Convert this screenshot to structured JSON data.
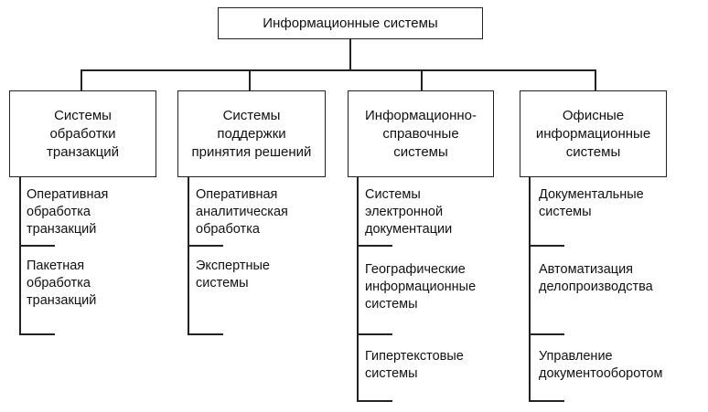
{
  "root": {
    "label": "Информационные системы"
  },
  "categories": [
    {
      "label": "Системы\nобработки\nтранзакций",
      "items": [
        "Оперативная\nобработка\nтранзакций",
        "Пакетная\nобработка\nтранзакций"
      ]
    },
    {
      "label": "Системы\nподдержки\nпринятия решений",
      "items": [
        "Оперативная\nаналитическая\nобработка",
        "Экспертные\nсистемы"
      ]
    },
    {
      "label": "Информационно-\nсправочные\nсистемы",
      "items": [
        "Системы\nэлектронной\nдокументации",
        "Географические\nинформационные\nсистемы",
        "Гипертекстовые\nсистемы"
      ]
    },
    {
      "label": "Офисные\nинформационные\nсистемы",
      "items": [
        "Документальные\nсистемы",
        "Автоматизация\nделопроизводства",
        "Управление\nдокументооборотом"
      ]
    }
  ]
}
